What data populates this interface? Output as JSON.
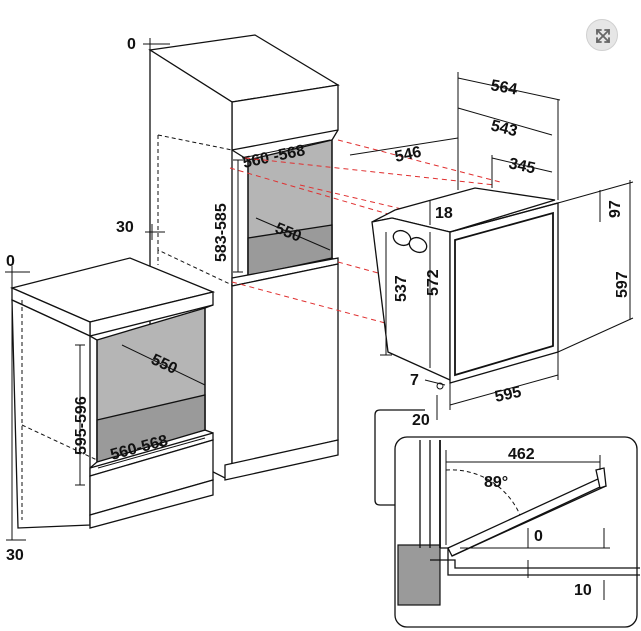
{
  "colors": {
    "cavity": "#b5b5b5",
    "floor": "#9a9a9a",
    "guide_lines": "#e03030"
  },
  "icons": {
    "expand": "expand-icon"
  },
  "column_cabinet": {
    "top_clearance": "0",
    "opening_width": "560 -568",
    "opening_height": "583-585",
    "opening_depth": "550",
    "base_clearance": "30"
  },
  "under_counter_cabinet": {
    "top_clearance": "0",
    "opening_depth": "550",
    "opening_height": "595-596",
    "opening_width": "560-568",
    "base_clearance": "30"
  },
  "oven": {
    "total_depth": "564",
    "depth_543": "543",
    "depth_546": "546",
    "depth_345": "345",
    "dim_18": "18",
    "dim_97": "97",
    "body_height": "537",
    "height_572": "572",
    "front_height": "597",
    "dim_7": "7",
    "front_width": "595",
    "dim_20": "20"
  },
  "door_detail": {
    "width": "462",
    "angle": "89°",
    "gap_0": "0",
    "gap_10": "10"
  }
}
